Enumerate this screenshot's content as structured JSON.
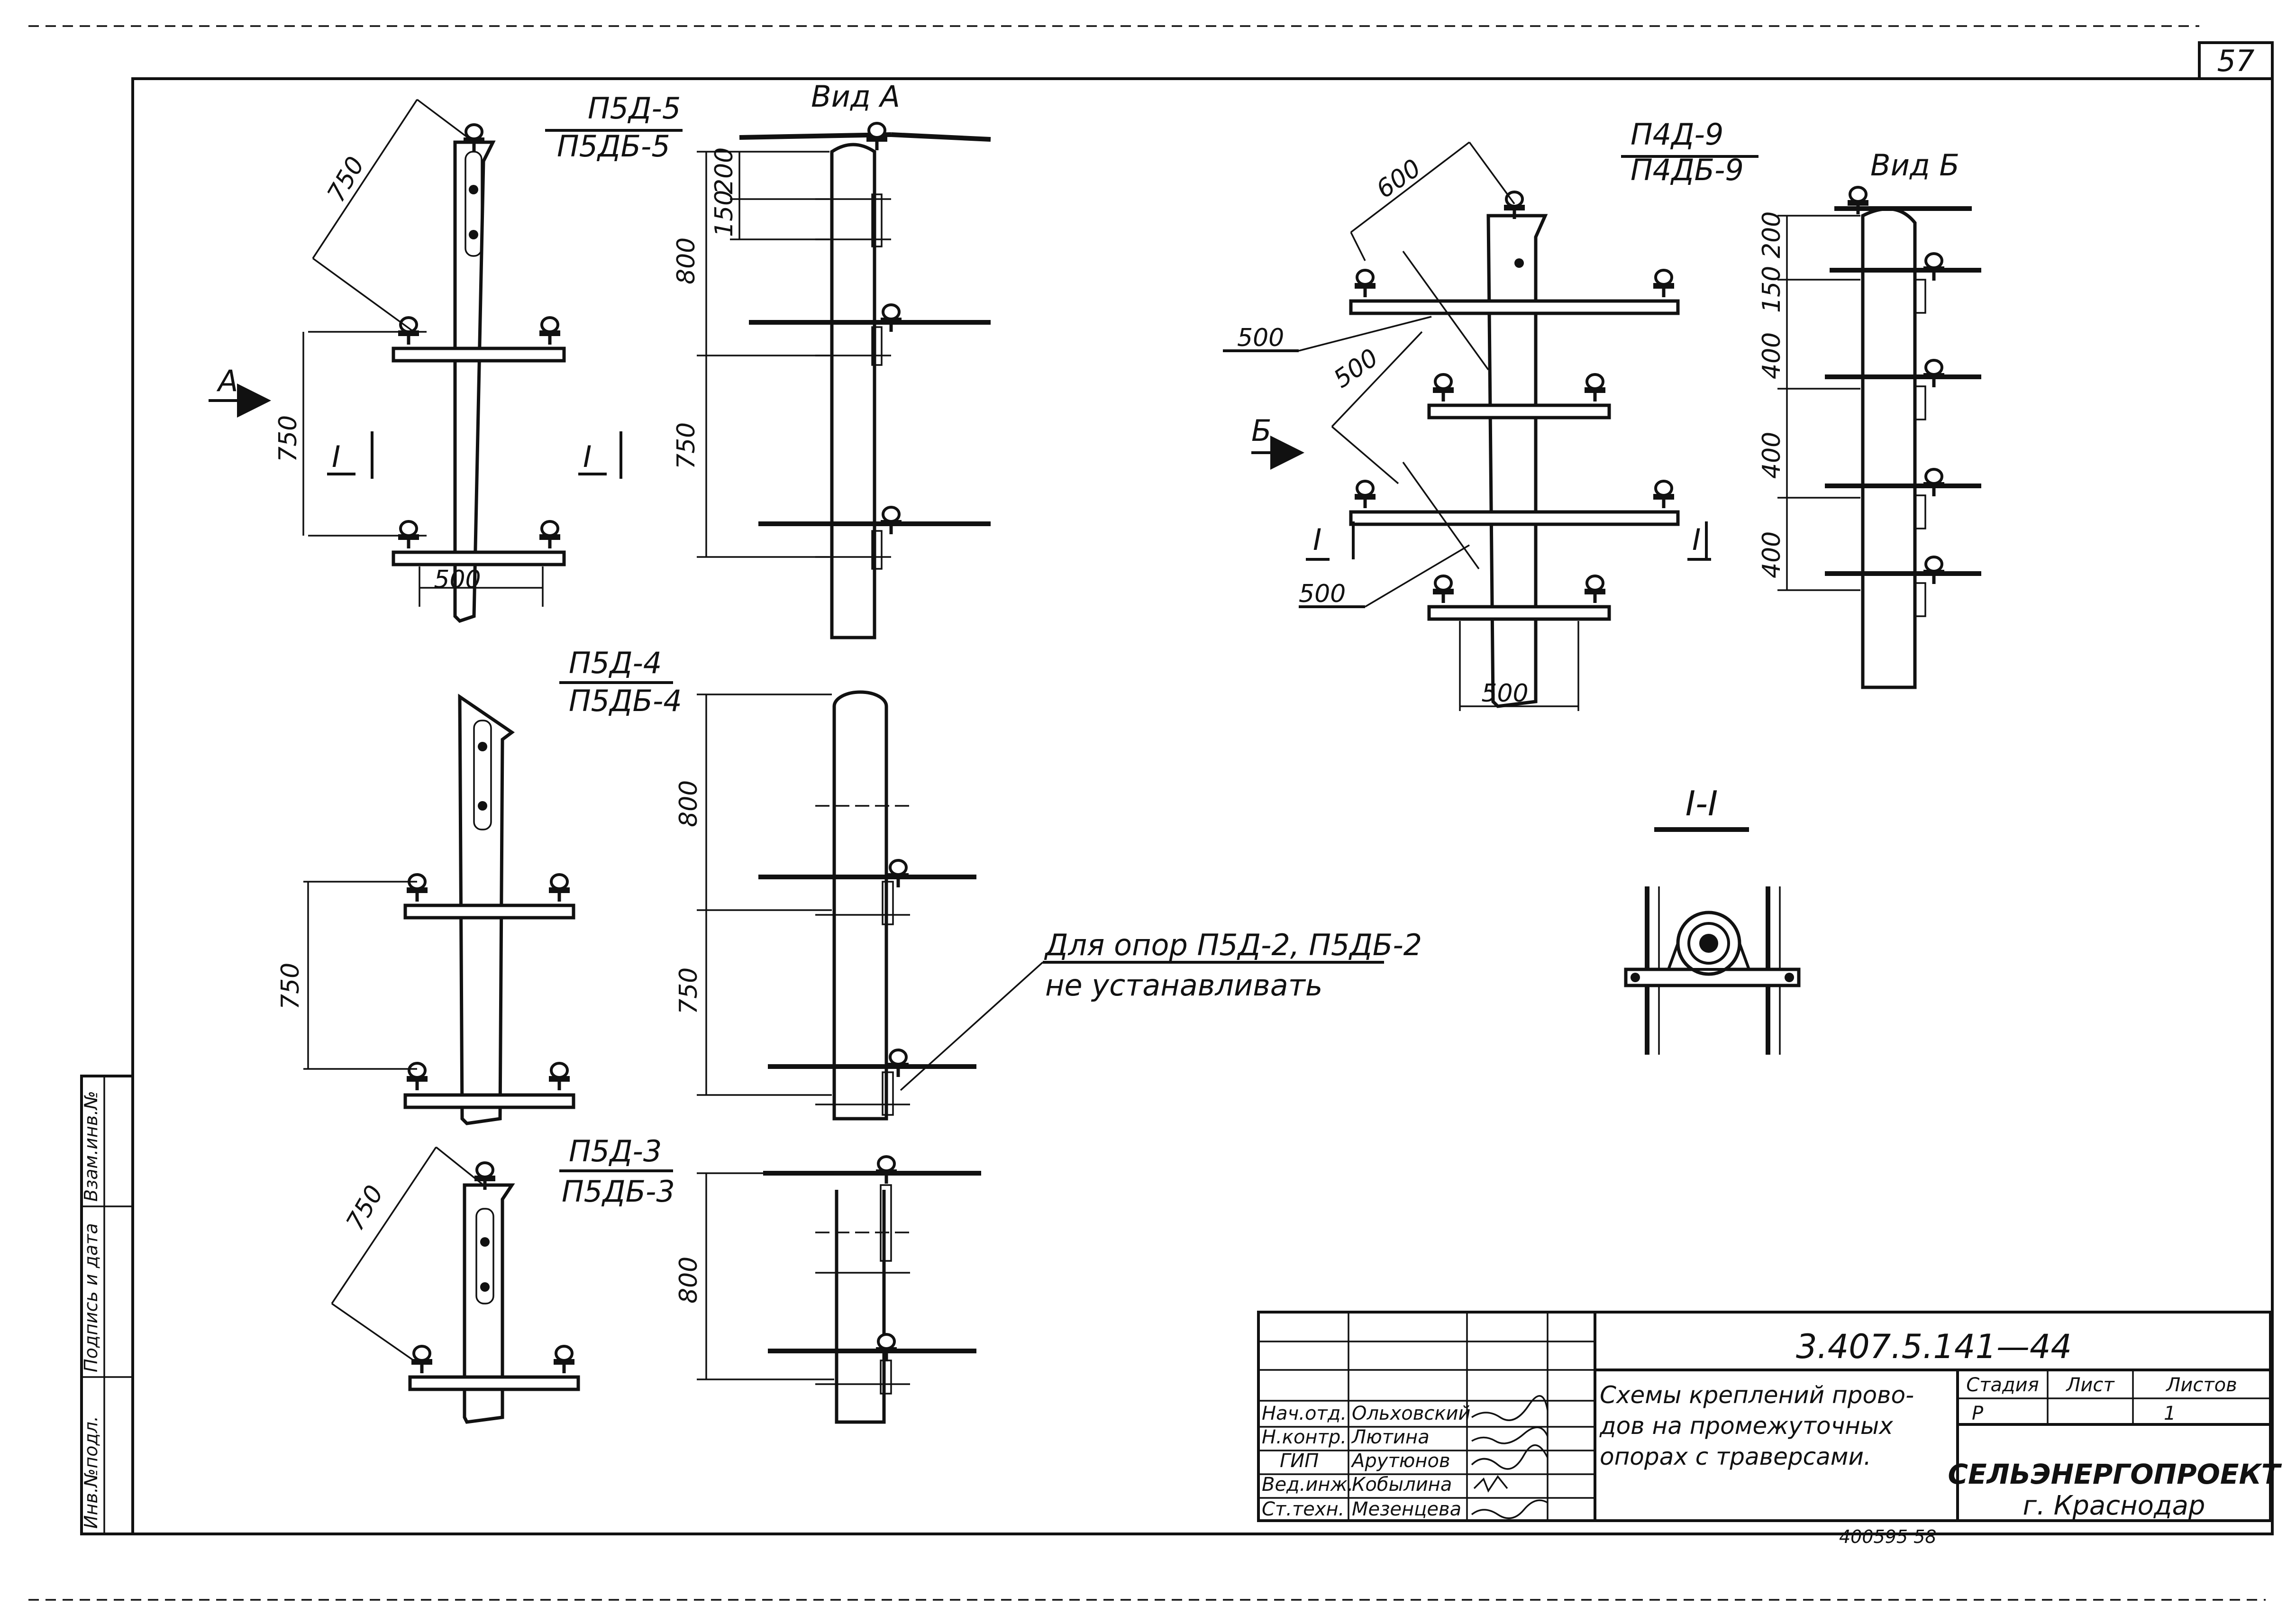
{
  "sheet_number": "57",
  "archive_number": "400595  58",
  "labels": {
    "p5d5": "П5Д-5",
    "p5db5": "П5ДБ-5",
    "p5d4": "П5Д-4",
    "p5db4": "П5ДБ-4",
    "p5d3": "П5Д-3",
    "p5db3": "П5ДБ-3",
    "p4d9": "П4Д-9",
    "p4db9": "П4ДБ-9",
    "view_a": "Вид А",
    "view_b": "Вид Б",
    "arrow_a": "А",
    "arrow_b": "Б",
    "section_mark": "I",
    "section_title": "I-I",
    "note_line1": "Для опор П5Д-2, П5ДБ-2",
    "note_line2": "не устанавливать"
  },
  "dims": {
    "d750": "750",
    "d500": "500",
    "d800": "800",
    "d600": "600",
    "d200": "200",
    "d150": "150",
    "d400": "400"
  },
  "side_stamp": {
    "inv": "Инв.№подл.",
    "sign": "Подпись и дата",
    "vzam": "Взам.инв.№"
  },
  "title_block": {
    "doc_code": "3.407.5.141—44",
    "title_line1": "Схемы креплений прово-",
    "title_line2": "дов на промежуточных",
    "title_line3": "опорах с траверсами.",
    "stage_header": "Стадия",
    "sheet_header": "Лист",
    "sheets_header": "Листов",
    "stage_value": "Р",
    "sheets_value": "1",
    "org_name": "СЕЛЬЭНЕРГОПРОЕКТ",
    "org_city": "г. Краснодар",
    "roles": [
      {
        "role": "Нач.отд.",
        "name": "Ольховский"
      },
      {
        "role": "Н.контр.",
        "name": "Лютина"
      },
      {
        "role": "ГИП",
        "name": "Арутюнов"
      },
      {
        "role": "Вед.инж.",
        "name": "Кобылина"
      },
      {
        "role": "Ст.техн.",
        "name": "Мезенцева"
      }
    ]
  }
}
